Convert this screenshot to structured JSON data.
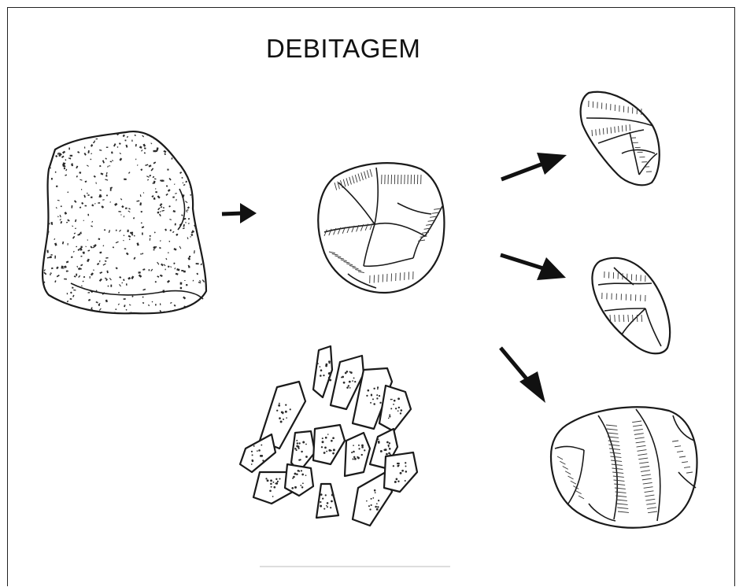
{
  "title": "DEBITAGEM",
  "stages": [
    {
      "name": "raw-nodule"
    },
    {
      "name": "worked-core"
    },
    {
      "name": "debitage-flakes"
    },
    {
      "name": "product-small-core"
    },
    {
      "name": "product-prismatic-core"
    },
    {
      "name": "product-large-core"
    }
  ],
  "icons": {
    "arrow": "arrow-icon"
  },
  "colors": {
    "ink": "#1a1a1a",
    "background": "#ffffff",
    "frame": "#222222"
  }
}
